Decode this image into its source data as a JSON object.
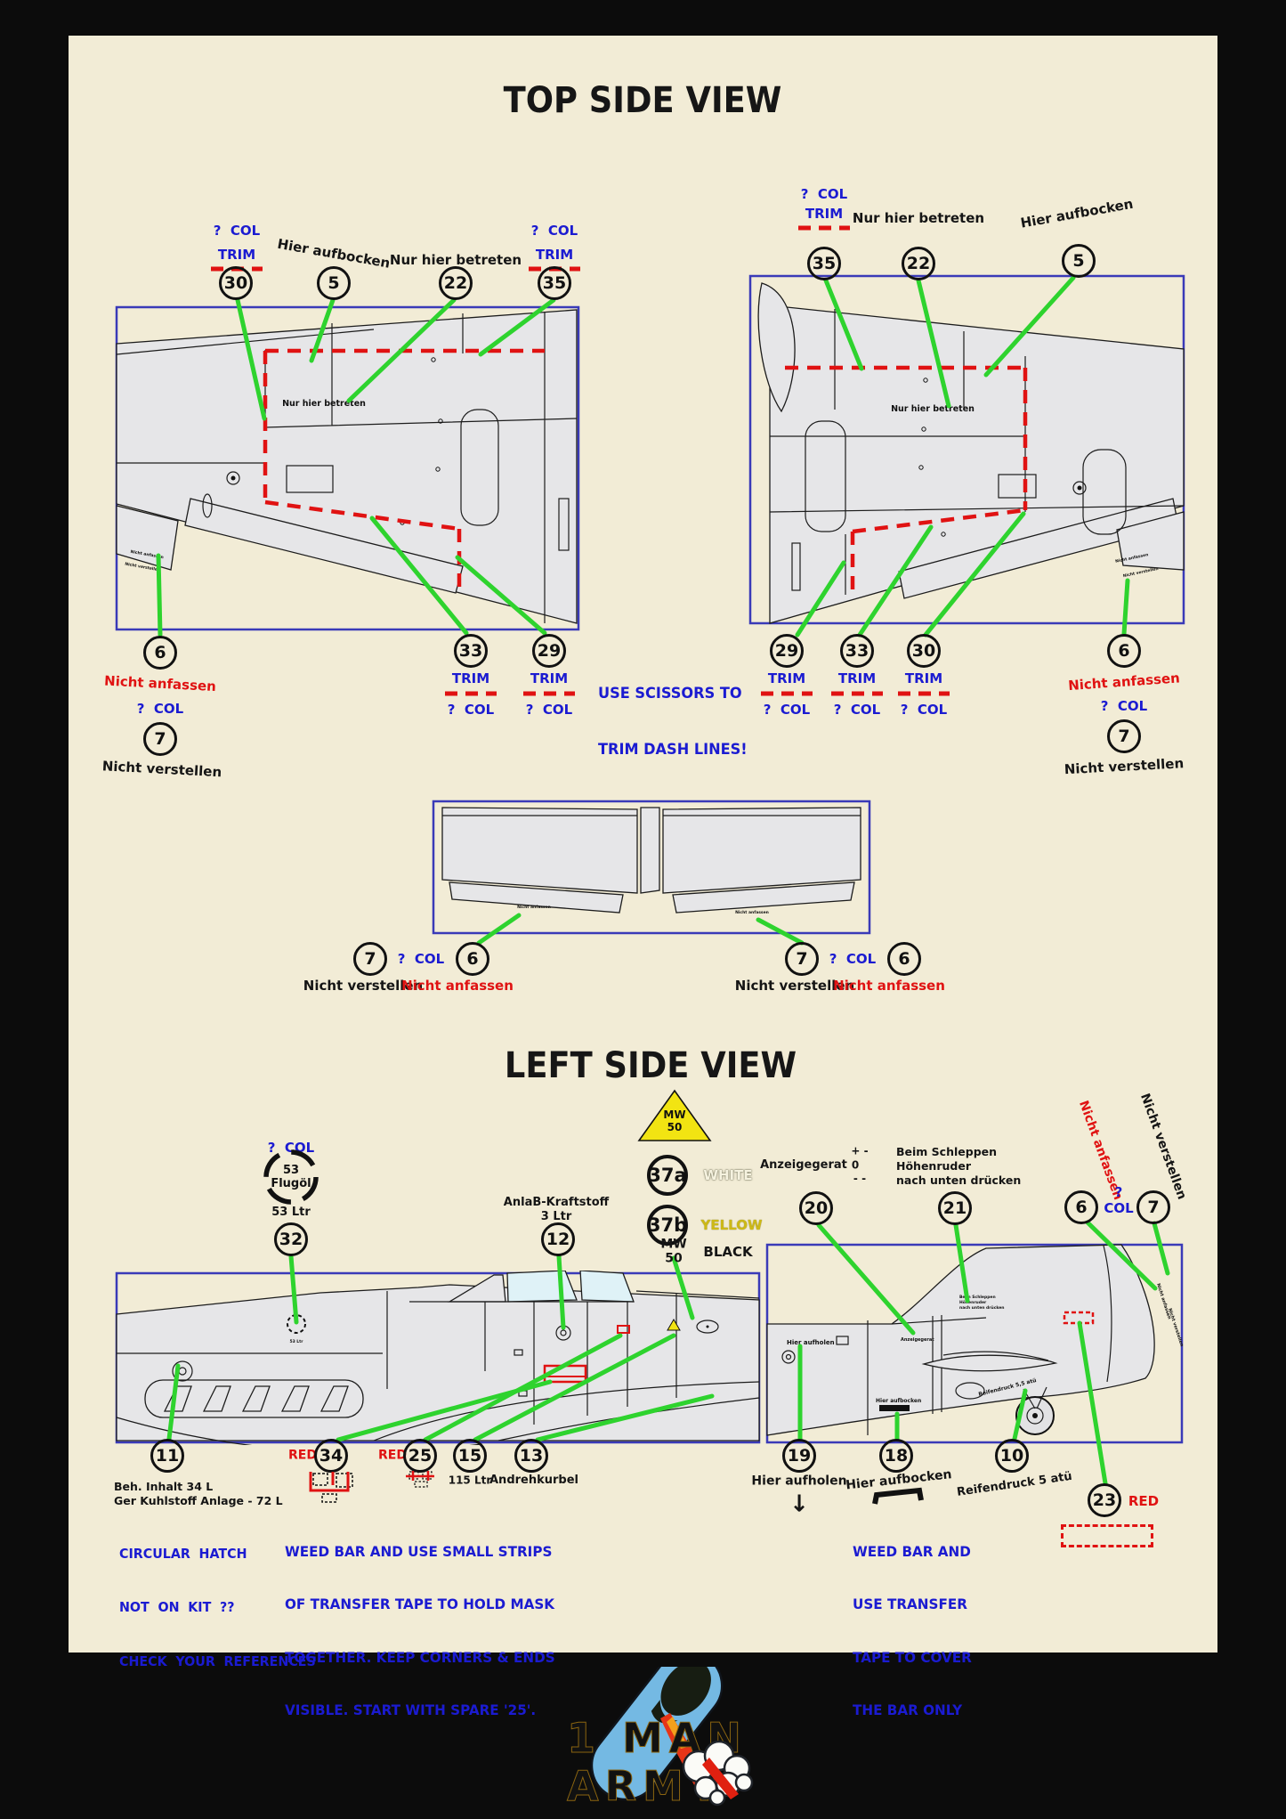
{
  "titles": {
    "top_view": "TOP SIDE VIEW",
    "left_view": "LEFT SIDE VIEW"
  },
  "labels": {
    "q_col": "?  COL",
    "q": "?",
    "col": "COL",
    "trim": "TRIM",
    "nicht_anfassen": "Nicht anfassen",
    "nicht_verstellen": "Nicht verstellen",
    "nur_hier_betreten": "Nur hier betreten",
    "hier_aufbocken": "Hier aufbocken",
    "scissors_1": "USE SCISSORS TO",
    "scissors_2": "TRIM DASH LINES!",
    "red": "RED",
    "arrow_down": "↓"
  },
  "top_view": {
    "left_callouts": [
      "30",
      "5",
      "22",
      "35"
    ],
    "right_callouts": [
      "35",
      "22",
      "5"
    ],
    "left_bottom": {
      "c6": "6",
      "c7": "7",
      "c33": "33",
      "c29": "29"
    },
    "right_bottom": {
      "c29": "29",
      "c33": "33",
      "c30": "30",
      "c6": "6",
      "c7": "7"
    }
  },
  "flaps": {
    "left": {
      "c7": "7",
      "c6": "6"
    },
    "right": {
      "c7": "7",
      "c6": "6"
    }
  },
  "left_view": {
    "mw50_triangle": {
      "l1": "MW",
      "l2": "50"
    },
    "flugol": {
      "q_col": "?  COL",
      "line1": "53",
      "line2": "Flugöl",
      "capacity": "53 Ltr",
      "callout": "32"
    },
    "kraftstoff": {
      "line1": "AnlaB-Kraftstoff",
      "line2": "3 Ltr",
      "callout": "12"
    },
    "decal37": {
      "a": "37a",
      "a_color": "WHITE",
      "b": "37b",
      "b_color": "YELLOW",
      "mw": "MW",
      "mw2": "50",
      "mw_color": "BLACK"
    },
    "anzeige": {
      "label": "Anzeigegerat",
      "plus": "+ -",
      "zero": "0",
      "minus": "- -",
      "t1": "Beim Schleppen",
      "t2": "Höhenruder",
      "t3": "nach unten drücken",
      "c20": "20",
      "c21": "21"
    },
    "right_group": {
      "c6": "6",
      "c7": "7"
    }
  },
  "bottom": {
    "c11": {
      "num": "11",
      "t1": "Beh. Inhalt 34 L",
      "t2": "Ger Kuhlstoff Anlage - 72 L",
      "n1": "CIRCULAR HATCH",
      "n2": "NOT ON KIT ??",
      "n3": "CHECK YOUR REFERENCES"
    },
    "c34": {
      "num": "34"
    },
    "c25": {
      "num": "25"
    },
    "c15": {
      "num": "15",
      "label": "115 Ltr"
    },
    "c13": {
      "num": "13",
      "label": "Andrehkurbel"
    },
    "weed_mask": [
      "WEED BAR AND USE SMALL STRIPS",
      "OF TRANSFER TAPE TO HOLD MASK",
      "TOGETHER. KEEP CORNERS & ENDS",
      "VISIBLE. START WITH SPARE '25'."
    ],
    "c19": {
      "num": "19",
      "label": "Hier aufholen"
    },
    "c18": {
      "num": "18",
      "label": "Hier aufbocken"
    },
    "weed_bar": [
      "WEED BAR AND",
      "USE TRANSFER",
      "TAPE TO COVER",
      "THE BAR ONLY"
    ],
    "c10": {
      "num": "10",
      "label": "Reifendruck 5 atü"
    },
    "c23": {
      "num": "23",
      "label": "RED"
    }
  },
  "diagram_labels": {
    "nur_hier_betreten": "Nur hier betreten",
    "nicht_anfassen": "Nicht anfassen",
    "nicht_verstellen": "Nicht verstellen",
    "hier_aufholen": "Hier aufholen",
    "hier_aufbocken": "Hier aufbocken",
    "reifendruck": "Reifendruck 5,5 atü",
    "anzeigegerat": "Anzeigegerat",
    "beim1": "Beim Schleppen",
    "beim2": "Höhenruder",
    "beim3": "nach unten drücken",
    "oil": "53 Ltr"
  },
  "logo": {
    "line1": "1 MAN",
    "line2": "ARMY"
  },
  "colors": {
    "blue_text": "#1b1bd1",
    "red": "#e01212",
    "green": "#2ed32e",
    "diagram_border": "#3a3ab8",
    "cream": "#f2ecd6",
    "gray": "#e6e6e8",
    "yellow": "#f2e412"
  }
}
